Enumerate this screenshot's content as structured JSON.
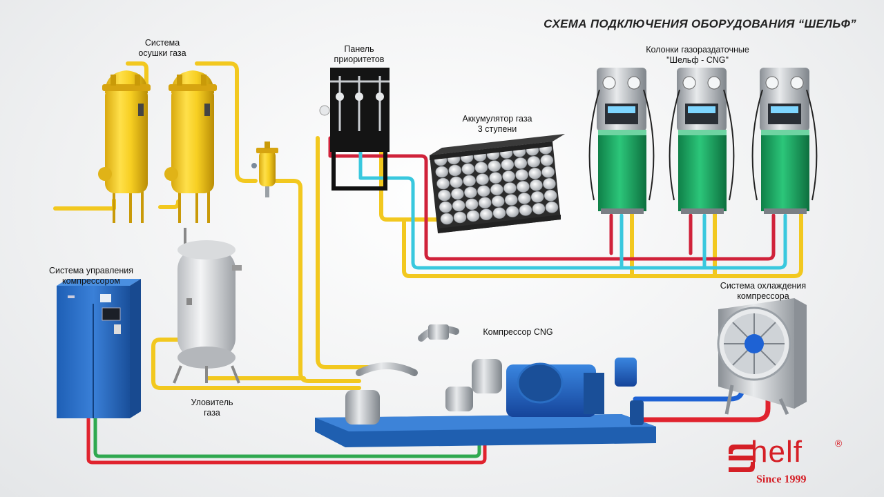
{
  "title": "СХЕМА ПОДКЛЮЧЕНИЯ ОБОРУДОВАНИЯ “ШЕЛЬФ”",
  "labels": {
    "drying": [
      "Система",
      "осушки газа"
    ],
    "priority_panel": [
      "Панель",
      "приоритетов"
    ],
    "accumulator": [
      "Аккумулятор газа",
      "3 ступени"
    ],
    "dispensers": [
      "Колонки газораздаточные",
      "\"Шельф - CNG\""
    ],
    "control": [
      "Система управления",
      "компрессором"
    ],
    "cooling": [
      "Система охлаждения",
      "компрессора"
    ],
    "compressor": "Компрессор CNG",
    "trap": [
      "Уловитель",
      "газа"
    ]
  },
  "logo": {
    "mark": "S",
    "word": "helf",
    "reg": "®",
    "since": "Since 1999"
  },
  "icons": {
    "dryer": "gas-dryer-tank-icon",
    "filter": "filter-icon",
    "panel": "priority-panel-icon",
    "accumulator": "gas-cylinder-rack-icon",
    "dispenser": "fuel-dispenser-icon",
    "control": "control-cabinet-icon",
    "receiver": "receiver-tank-icon",
    "compressor": "compressor-icon",
    "cooler": "cooling-fan-icon",
    "logo": "shelf-logo-icon"
  },
  "colors": {
    "gas_line": "#f2c81f",
    "high_pressure": "#d0223a",
    "mid_pressure": "#39c8de",
    "coolant_hot": "#e0232e",
    "coolant_cold": "#1e62d4",
    "control_green": "#2fa84f",
    "brand_red": "#d51f26",
    "dispenser_green": "#1fa862",
    "compressor_blue": "#1f5fb0"
  }
}
